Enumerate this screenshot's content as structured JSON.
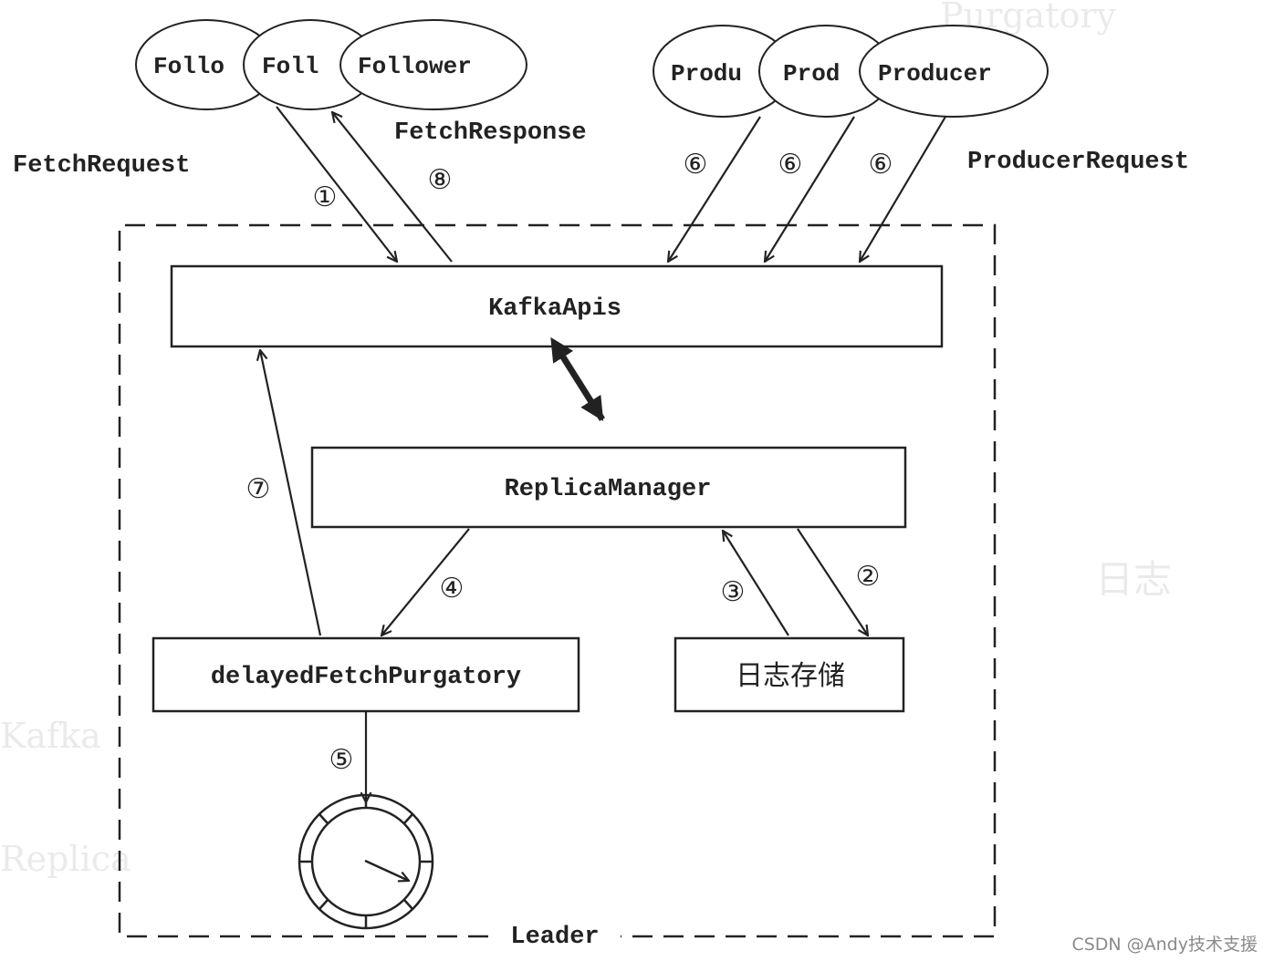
{
  "followers": [
    "Follo",
    "Foll",
    "Follower"
  ],
  "producers": [
    "Produ",
    "Prod",
    "Producer"
  ],
  "labels": {
    "fetch_request": "FetchRequest",
    "fetch_response": "FetchResponse",
    "producer_request": "ProducerRequest",
    "leader": "Leader"
  },
  "boxes": {
    "kafka_apis": "KafkaApis",
    "replica_manager": "ReplicaManager",
    "delayed_fetch": "delayedFetchPurgatory",
    "log_storage": "日志存储"
  },
  "steps": {
    "s1": "①",
    "s2": "②",
    "s3": "③",
    "s4": "④",
    "s5": "⑤",
    "s6": "⑥",
    "s7": "⑦",
    "s8": "⑧"
  },
  "watermark": "CSDN @Andy技术支援",
  "colors": {
    "ink": "#222222",
    "background": "#ffffff"
  }
}
